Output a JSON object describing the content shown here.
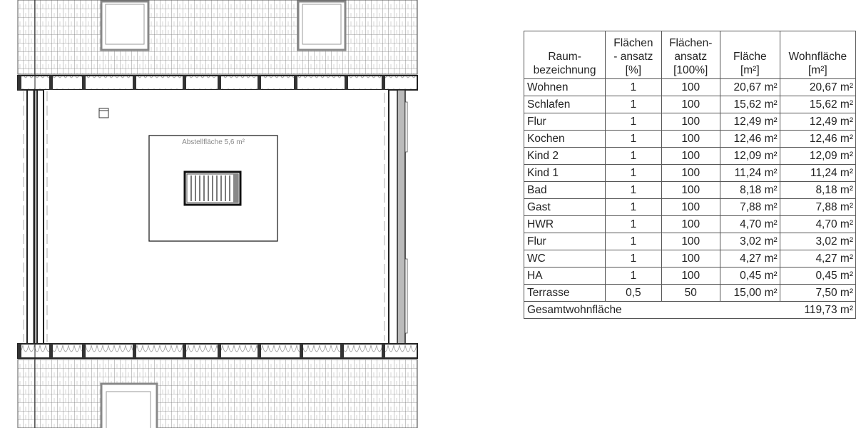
{
  "plan": {
    "storage_label": "Abstellfläche 5,6 m²",
    "icons": [
      "roof-window-icon",
      "attic-stair-hatch-icon",
      "small-window-symbol-icon"
    ]
  },
  "table": {
    "headers": [
      [
        "Raum-",
        "bezeichnung"
      ],
      [
        "Flächen",
        "- ansatz",
        "[%]"
      ],
      [
        "Flächen-",
        "ansatz",
        "[100%]"
      ],
      [
        "Fläche",
        "[m²]"
      ],
      [
        "Wohnfläche",
        "[m²]"
      ]
    ],
    "rows": [
      {
        "room": "Wohnen",
        "factor": "1",
        "percent": "100",
        "area": "20,67 m²",
        "living": "20,67 m²"
      },
      {
        "room": "Schlafen",
        "factor": "1",
        "percent": "100",
        "area": "15,62 m²",
        "living": "15,62 m²"
      },
      {
        "room": "Flur",
        "factor": "1",
        "percent": "100",
        "area": "12,49 m²",
        "living": "12,49 m²"
      },
      {
        "room": "Kochen",
        "factor": "1",
        "percent": "100",
        "area": "12,46 m²",
        "living": "12,46 m²"
      },
      {
        "room": "Kind 2",
        "factor": "1",
        "percent": "100",
        "area": "12,09 m²",
        "living": "12,09 m²"
      },
      {
        "room": "Kind 1",
        "factor": "1",
        "percent": "100",
        "area": "11,24 m²",
        "living": "11,24 m²"
      },
      {
        "room": "Bad",
        "factor": "1",
        "percent": "100",
        "area": "8,18 m²",
        "living": "8,18 m²"
      },
      {
        "room": "Gast",
        "factor": "1",
        "percent": "100",
        "area": "7,88 m²",
        "living": "7,88 m²"
      },
      {
        "room": "HWR",
        "factor": "1",
        "percent": "100",
        "area": "4,70 m²",
        "living": "4,70 m²"
      },
      {
        "room": "Flur",
        "factor": "1",
        "percent": "100",
        "area": "3,02 m²",
        "living": "3,02 m²"
      },
      {
        "room": "WC",
        "factor": "1",
        "percent": "100",
        "area": "4,27 m²",
        "living": "4,27 m²"
      },
      {
        "room": "HA",
        "factor": "1",
        "percent": "100",
        "area": "0,45 m²",
        "living": "0,45 m²"
      },
      {
        "room": "Terrasse",
        "factor": "0,5",
        "percent": "50",
        "area": "15,00 m²",
        "living": "7,50 m²"
      }
    ],
    "total_label": "Gesamtwohnfläche",
    "total_value": "119,73 m²"
  }
}
